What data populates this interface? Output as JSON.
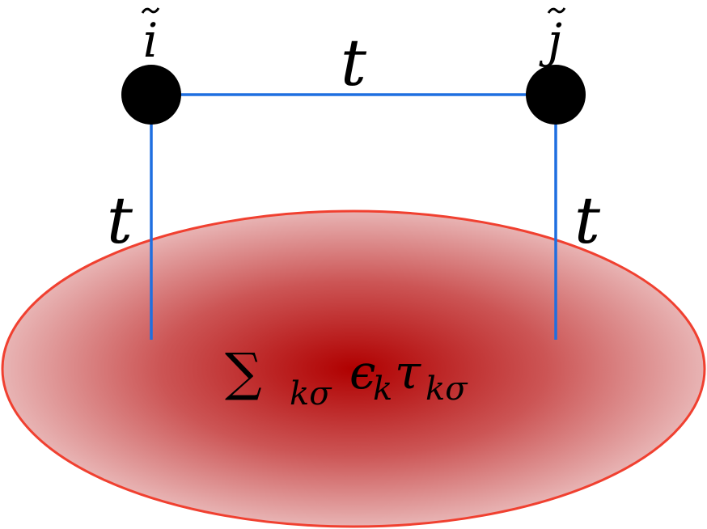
{
  "nodes": [
    {
      "id": "i",
      "label": "i"
    },
    {
      "id": "j",
      "label": "j"
    }
  ],
  "edges": [
    {
      "from": "i",
      "to": "j",
      "label": "t"
    },
    {
      "from": "i",
      "to": "bath",
      "label": "t"
    },
    {
      "from": "j",
      "to": "bath",
      "label": "t"
    }
  ],
  "bath": {
    "sum_symbol": "∑",
    "sum_subscript": "kσ",
    "eps": "ϵ",
    "eps_subscript": "k",
    "tau": "τ",
    "tau_subscript": "kσ"
  },
  "colors": {
    "node": "#000000",
    "edge": "#1f6fe0",
    "bath_center": "#b00000",
    "bath_edge": "#e8b4b4",
    "bath_outline": "#f04030"
  }
}
